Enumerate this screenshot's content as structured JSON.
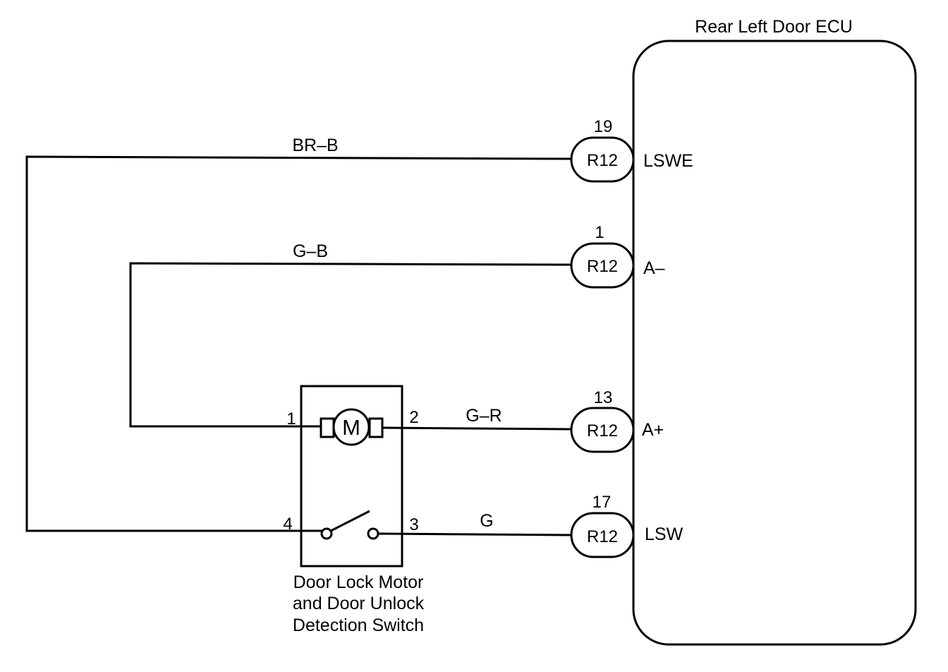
{
  "ecu": {
    "title": "Rear Left Door ECU"
  },
  "connectors": [
    {
      "pin": "19",
      "code": "R12",
      "signal": "LSWE",
      "wire": "BR–B"
    },
    {
      "pin": "1",
      "code": "R12",
      "signal": "A–",
      "wire": "G–B"
    },
    {
      "pin": "13",
      "code": "R12",
      "signal": "A+",
      "wire": "G–R"
    },
    {
      "pin": "17",
      "code": "R12",
      "signal": "LSW",
      "wire": "G"
    }
  ],
  "component": {
    "motor_symbol": "M",
    "pins": {
      "p1": "1",
      "p2": "2",
      "p3": "3",
      "p4": "4"
    },
    "label_lines": [
      "Door Lock Motor",
      "and Door Unlock",
      "Detection Switch"
    ]
  },
  "colors": {
    "ink": "#000000",
    "background": "#ffffff"
  }
}
